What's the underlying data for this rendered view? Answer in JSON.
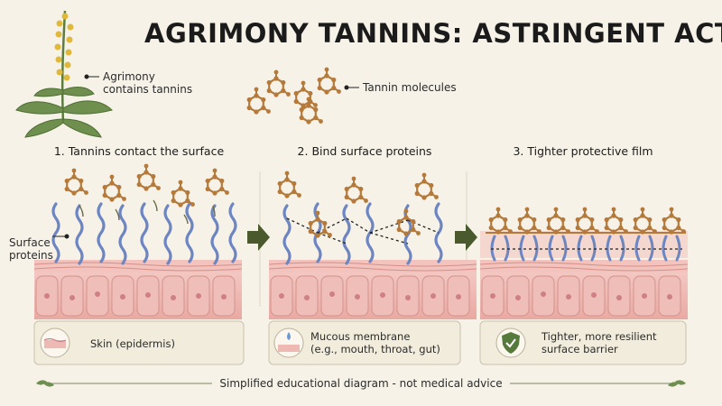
{
  "title": "AGRIMONY TANNINS: ASTRINGENT ACTION",
  "plant_label": [
    "Agrimony",
    "contains tannins"
  ],
  "molecule_label": "Tannin molecules",
  "surface_label": [
    "Surface",
    "proteins"
  ],
  "steps": [
    "1. Tannins contact the surface",
    "2. Bind surface proteins",
    "3. Tighter protective film"
  ],
  "captions": {
    "skin": "Skin (epidermis)",
    "mucous": [
      "Mucous membrane",
      "(e.g., mouth, throat, gut)"
    ],
    "barrier": [
      "Tighter, more resilient",
      "surface barrier"
    ]
  },
  "footer": "Simplified educational diagram - not medical advice",
  "colors": {
    "tannin": "#b5793a",
    "protein": "#6d86c2",
    "tissue": "#efb9b3",
    "arrow": "#4a5a2c",
    "leaf": "#6f8f4e",
    "flower": "#e0b83a"
  }
}
